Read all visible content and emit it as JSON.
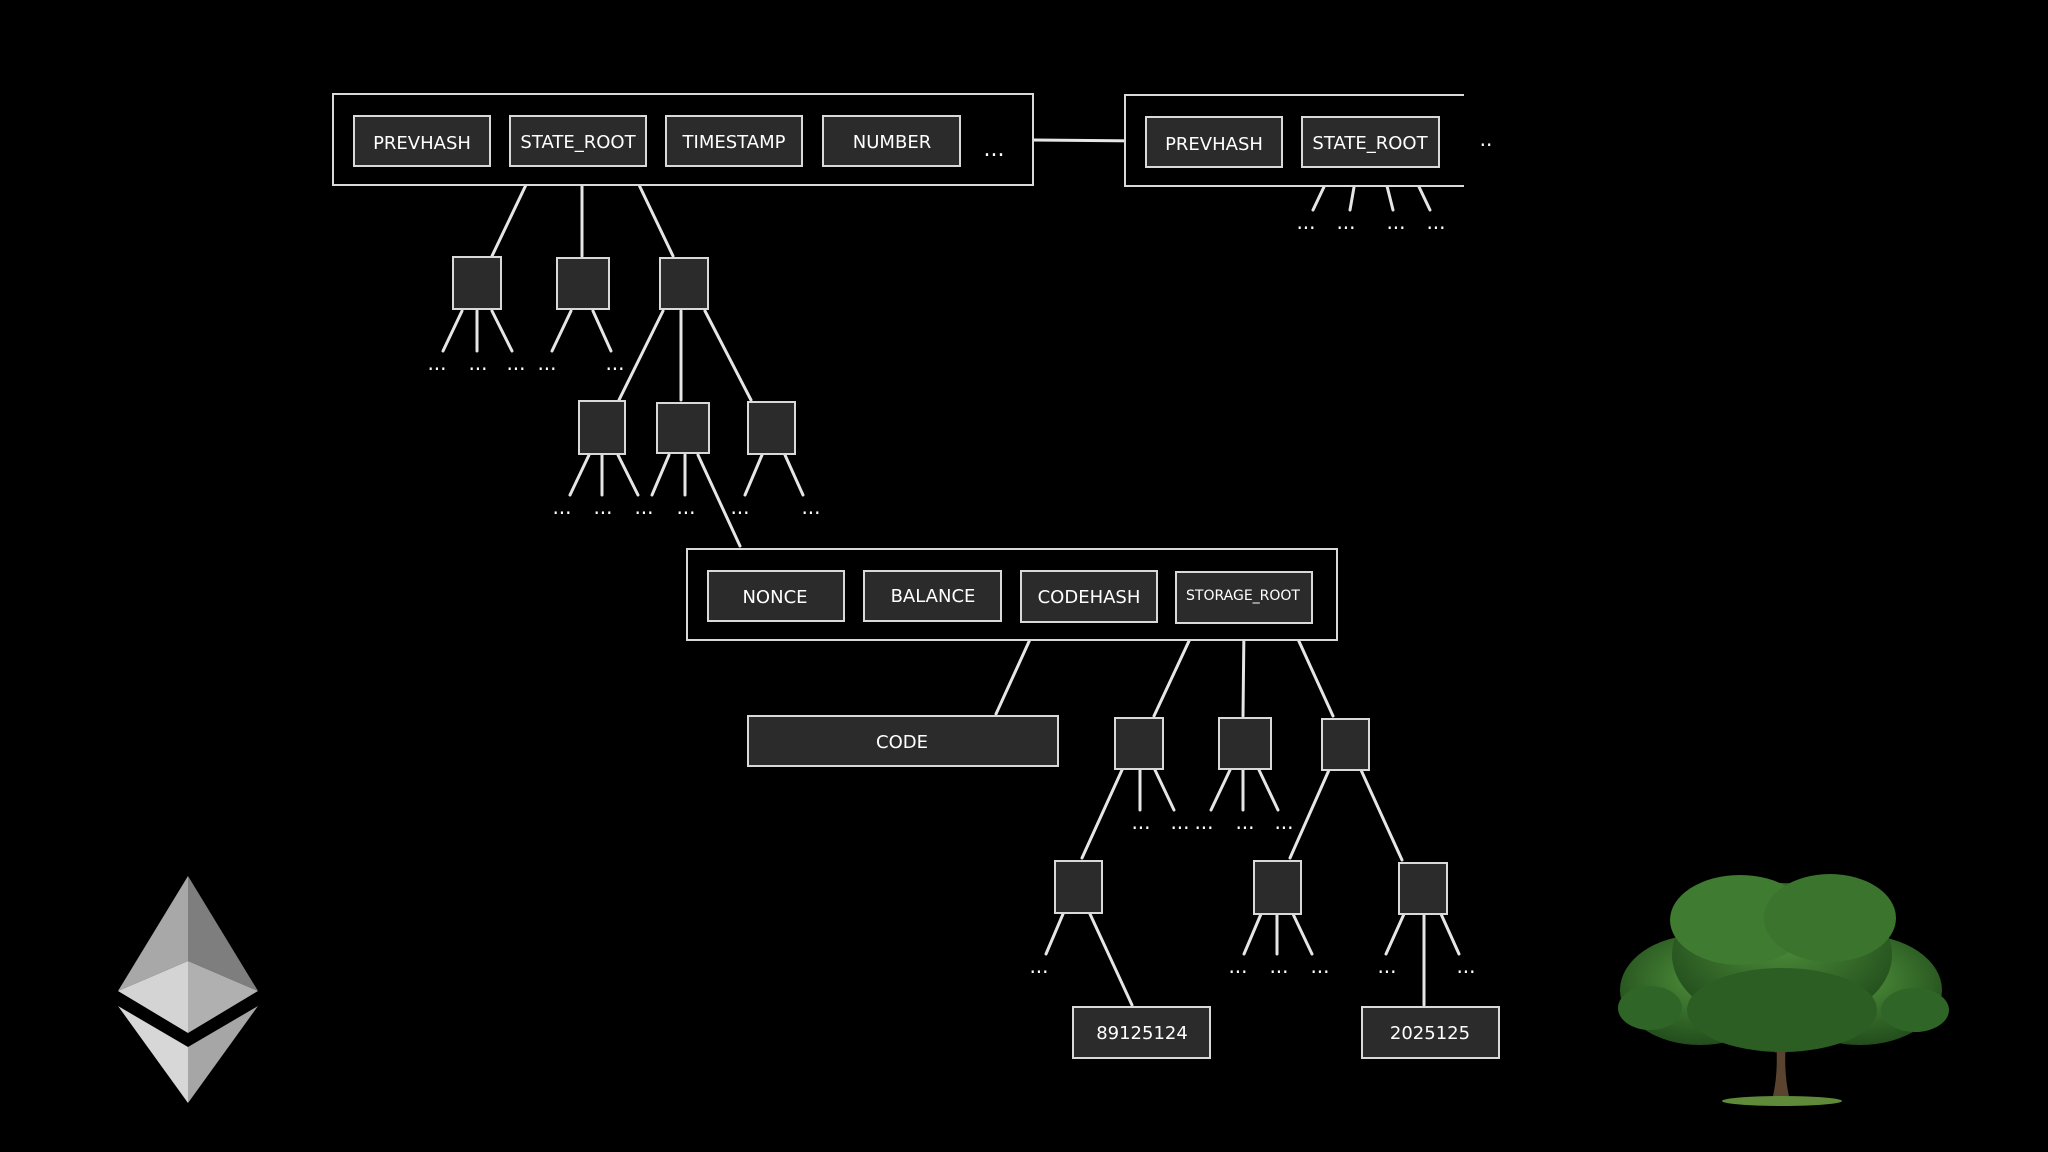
{
  "block1": {
    "fields": [
      "PREVHASH",
      "STATE_ROOT",
      "TIMESTAMP",
      "NUMBER"
    ],
    "ellipsis": "..."
  },
  "block2": {
    "fields": [
      "PREVHASH",
      "STATE_ROOT"
    ],
    "ellipsis": ".."
  },
  "account": {
    "fields": [
      "NONCE",
      "BALANCE",
      "CODEHASH",
      "STORAGE_ROOT"
    ]
  },
  "code": {
    "label": "CODE"
  },
  "storage_values": {
    "left": "89125124",
    "right": "2025125"
  },
  "ellipsis": "...",
  "colors": {
    "background": "#000000",
    "box_fill": "#2b2b2b",
    "outline": "#d9d9d9",
    "text": "#ffffff"
  },
  "icons": {
    "logo": "ethereum-logo-icon",
    "tree": "tree-icon"
  }
}
